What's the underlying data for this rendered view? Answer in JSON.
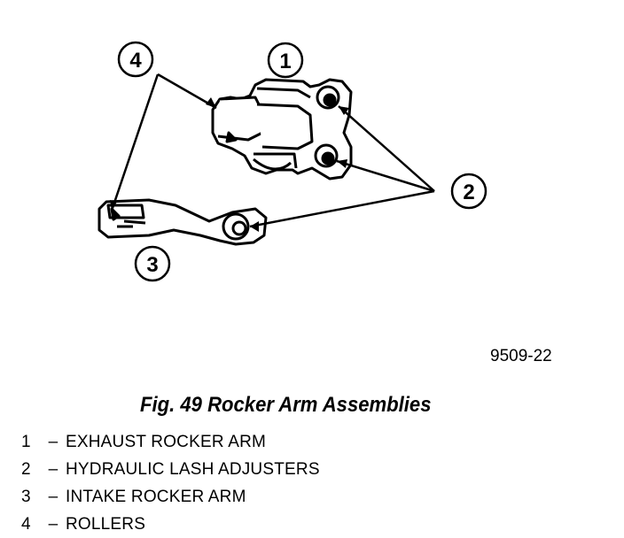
{
  "diagram": {
    "callouts": [
      "1",
      "2",
      "3",
      "4"
    ]
  },
  "figure_code": "9509-22",
  "caption": "Fig. 49 Rocker Arm Assemblies",
  "legend": [
    {
      "num": "1",
      "sep": "–",
      "label": "EXHAUST ROCKER ARM"
    },
    {
      "num": "2",
      "sep": "–",
      "label": "HYDRAULIC LASH ADJUSTERS"
    },
    {
      "num": "3",
      "sep": "–",
      "label": "INTAKE ROCKER ARM"
    },
    {
      "num": "4",
      "sep": "–",
      "label": "ROLLERS"
    }
  ]
}
